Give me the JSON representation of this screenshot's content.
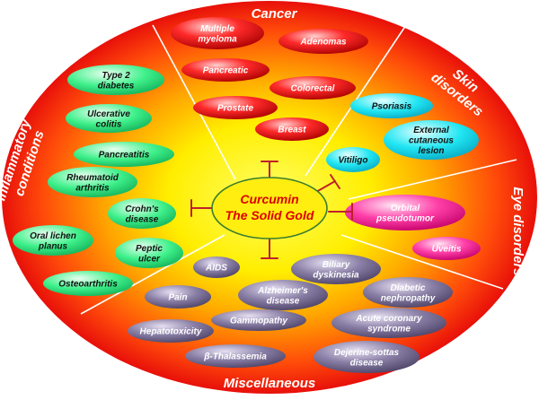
{
  "center": {
    "line1": "Curcumin",
    "line2": "The Solid Gold"
  },
  "colors": {
    "outer": "#ee1c0a",
    "middle": "#ff8c00",
    "inner": "#ffff33",
    "inhibit": "#c0202a",
    "center_text": "#dd0000",
    "center_border": "#3a7d2c",
    "divider": "#ffffff"
  },
  "sections": [
    {
      "id": "cancer",
      "title_lines": [
        "Cancer"
      ],
      "fill": "red",
      "items": [
        {
          "lines": [
            "Multiple",
            "myeloma"
          ]
        },
        {
          "lines": [
            "Adenomas"
          ]
        },
        {
          "lines": [
            "Pancreatic"
          ]
        },
        {
          "lines": [
            "Colorectal"
          ]
        },
        {
          "lines": [
            "Prostate"
          ]
        },
        {
          "lines": [
            "Breast"
          ]
        }
      ]
    },
    {
      "id": "skin",
      "title_lines": [
        "Skin",
        "disorders"
      ],
      "fill": "cyan",
      "items": [
        {
          "lines": [
            "Psoriasis"
          ]
        },
        {
          "lines": [
            "External",
            "cutaneous",
            "lesion"
          ]
        },
        {
          "lines": [
            "Vitiligo"
          ]
        }
      ]
    },
    {
      "id": "eye",
      "title_lines": [
        "Eye disorders"
      ],
      "fill": "pink",
      "items": [
        {
          "lines": [
            "Orbital",
            "pseudotumor"
          ]
        },
        {
          "lines": [
            "Uveitis"
          ]
        }
      ]
    },
    {
      "id": "inflammatory",
      "title_lines": [
        "Inflammatory",
        "conditions"
      ],
      "fill": "green",
      "items": [
        {
          "lines": [
            "Type 2",
            "diabetes"
          ]
        },
        {
          "lines": [
            "Ulcerative",
            "colitis"
          ]
        },
        {
          "lines": [
            "Pancreatitis"
          ]
        },
        {
          "lines": [
            "Rheumatoid",
            "arthritis"
          ]
        },
        {
          "lines": [
            "Crohn's",
            "disease"
          ]
        },
        {
          "lines": [
            "Oral lichen",
            "planus"
          ]
        },
        {
          "lines": [
            "Peptic",
            "ulcer"
          ]
        },
        {
          "lines": [
            "Osteoarthritis"
          ]
        }
      ]
    },
    {
      "id": "misc",
      "title_lines": [
        "Miscellaneous"
      ],
      "fill": "purple",
      "items": [
        {
          "lines": [
            "AIDS"
          ]
        },
        {
          "lines": [
            "Biliary",
            "dyskinesia"
          ]
        },
        {
          "lines": [
            "Pain"
          ]
        },
        {
          "lines": [
            "Alzheimer's",
            "disease"
          ]
        },
        {
          "lines": [
            "Diabetic",
            "nephropathy"
          ]
        },
        {
          "lines": [
            "Gammopathy"
          ]
        },
        {
          "lines": [
            "Acute coronary",
            "syndrome"
          ]
        },
        {
          "lines": [
            "Hepatotoxicity"
          ]
        },
        {
          "lines": [
            "β-Thalassemia"
          ]
        },
        {
          "lines": [
            "Dejerine-sottas",
            "disease"
          ]
        }
      ]
    }
  ]
}
